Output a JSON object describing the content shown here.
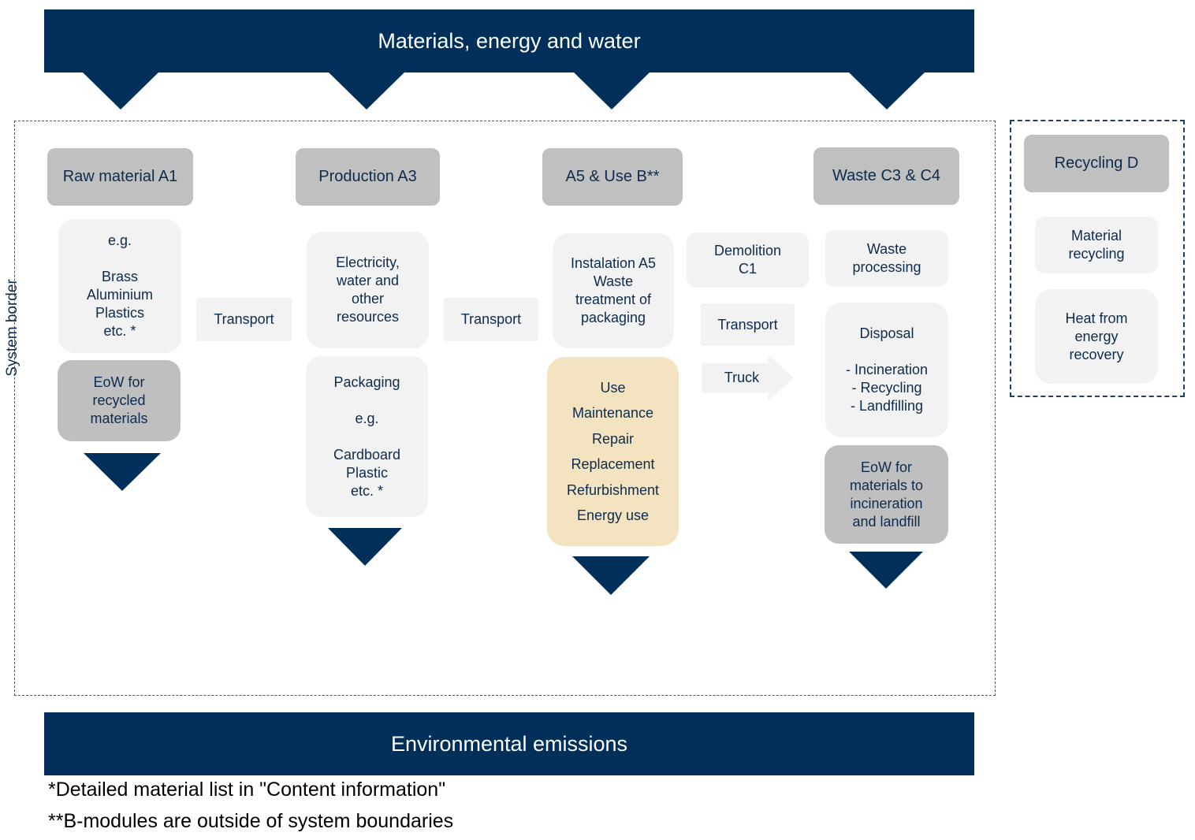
{
  "top_band": "Materials, energy and water",
  "bottom_band": "Environmental emissions",
  "system_border_label": "System border",
  "columns": {
    "a1": {
      "header": "Raw material A1",
      "examples": "e.g.\n\nBrass\nAluminium\nPlastics\netc. *",
      "eow": "EoW for\nrecycled\nmaterials"
    },
    "transport1": "Transport",
    "a3": {
      "header": "Production A3",
      "resources": "Electricity,\nwater and\nother\nresources",
      "packaging": "Packaging\n\ne.g.\n\nCardboard\nPlastic\netc. *"
    },
    "transport2": "Transport",
    "a5b": {
      "header": "A5 & Use B**",
      "installation": "Instalation A5\nWaste\ntreatment of\npackaging",
      "use": "Use\nMaintenance\nRepair\nReplacement\nRefurbishment\nEnergy use"
    },
    "c1": {
      "demolition": "Demolition\nC1",
      "transport": "Transport",
      "truck": "Truck"
    },
    "c3c4": {
      "header": "Waste C3 & C4",
      "processing": "Waste\nprocessing",
      "disposal": "Disposal\n\n- Incineration\n- Recycling\n- Landfilling",
      "eow": "EoW for\nmaterials to\nincineration\nand landfill"
    },
    "d": {
      "header": "Recycling D",
      "material": "Material\nrecycling",
      "heat": "Heat from\nenergy\nrecovery"
    }
  },
  "footnotes": [
    "*Detailed material list in \"Content information\"",
    "**B-modules are outside of system boundaries"
  ],
  "colors": {
    "navy": "#00305a",
    "header_gray": "#c0c0c0",
    "light_gray": "#f2f2f2",
    "eow_gray": "#bfbfbf",
    "cream": "#f4e3c0"
  }
}
